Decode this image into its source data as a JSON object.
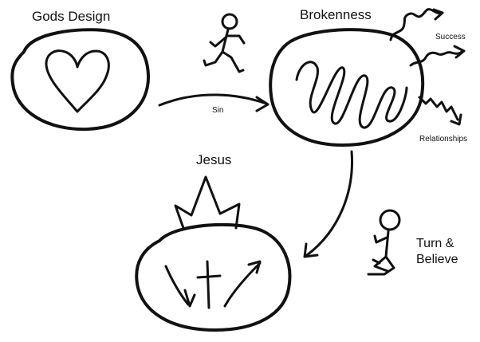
{
  "labels": {
    "gods_design": "Gods Design",
    "brokenness": "Brokenness",
    "sin": "Sin",
    "success": "Success",
    "relationships": "Relationships",
    "jesus": "Jesus",
    "turn_believe_line1": "Turn &",
    "turn_believe_line2": "Believe"
  },
  "colors": {
    "ink": "#111111",
    "background": "#ffffff"
  }
}
